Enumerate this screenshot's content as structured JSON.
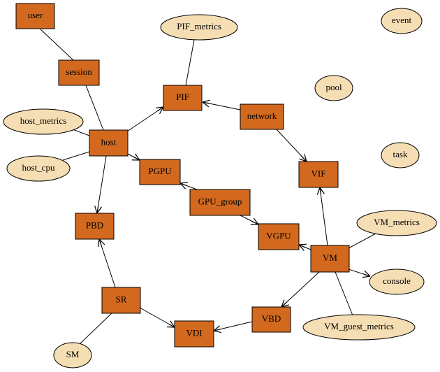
{
  "colors": {
    "box_fill": "#d2691e",
    "ellipse_fill": "#f5deb3",
    "stroke": "#000000",
    "background": "#ffffff"
  },
  "nodes": {
    "user": "user",
    "session": "session",
    "pif_metrics": "PIF_metrics",
    "pif": "PIF",
    "network": "network",
    "host_metrics": "host_metrics",
    "host": "host",
    "host_cpu": "host_cpu",
    "pgpu": "PGPU",
    "gpu_group": "GPU_group",
    "vif": "VIF",
    "pbd": "PBD",
    "vgpu": "VGPU",
    "vm": "VM",
    "vm_metrics": "VM_metrics",
    "console": "console",
    "sr": "SR",
    "vbd": "VBD",
    "vdi": "VDI",
    "vm_guest_metrics": "VM_guest_metrics",
    "sm": "SM",
    "event": "event",
    "pool": "pool",
    "task": "task"
  }
}
